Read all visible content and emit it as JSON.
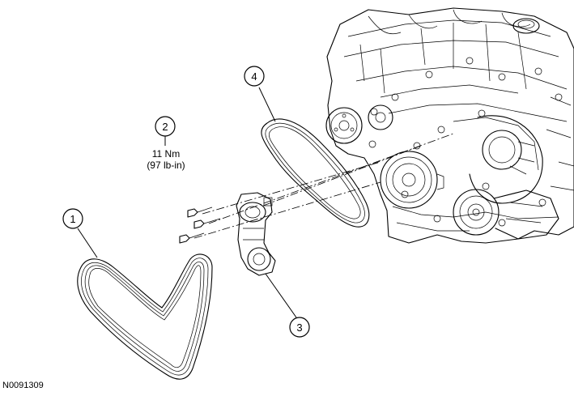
{
  "callouts": [
    {
      "number": "1",
      "part": "belt-large"
    },
    {
      "number": "2",
      "part": "bolts"
    },
    {
      "number": "3",
      "part": "tensioner"
    },
    {
      "number": "4",
      "part": "belt-small"
    }
  ],
  "torque_spec": {
    "line1": "11 Nm",
    "line2": "(97 lb-in)"
  },
  "figure_id": "N0091309"
}
